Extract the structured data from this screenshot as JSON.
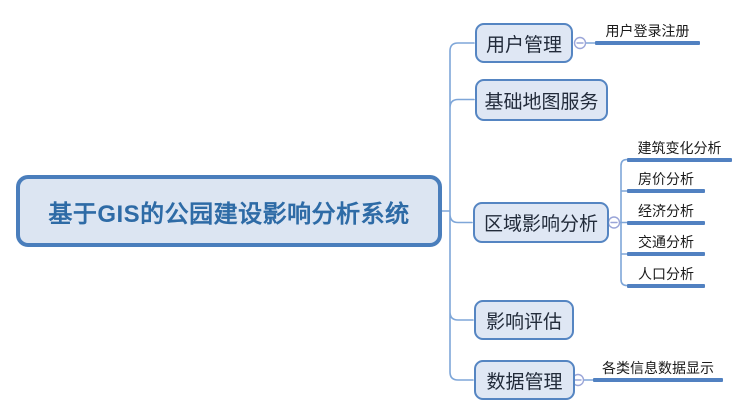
{
  "diagram_type": "mindmap",
  "root": {
    "label": "基于GIS的公园建设影响分析系统"
  },
  "branches": [
    {
      "label": "用户管理",
      "collapse_icon": "minus-circle",
      "children": [
        {
          "label": "用户登录注册"
        }
      ]
    },
    {
      "label": "基础地图服务",
      "children": []
    },
    {
      "label": "区域影响分析",
      "collapse_icon": "minus-circle",
      "children": [
        {
          "label": "建筑变化分析"
        },
        {
          "label": "房价分析"
        },
        {
          "label": "经济分析"
        },
        {
          "label": "交通分析"
        },
        {
          "label": "人口分析"
        }
      ]
    },
    {
      "label": "影响评估",
      "children": []
    },
    {
      "label": "数据管理",
      "collapse_icon": "minus-circle",
      "children": [
        {
          "label": "各类信息数据显示"
        }
      ]
    }
  ],
  "colors": {
    "background": "#ffffff",
    "root_border": "#4a7ebc",
    "root_fill": "#dce5f2",
    "root_text": "#2e6ba6",
    "node_border": "#5585c2",
    "node_fill": "#dfe7f4",
    "node_text": "#222b3a",
    "leaf_text": "#1a1a1a",
    "leaf_underline": "#5181c1",
    "connector_line": "#7ea6d8",
    "collapse_icon": "#9aa5d8"
  }
}
